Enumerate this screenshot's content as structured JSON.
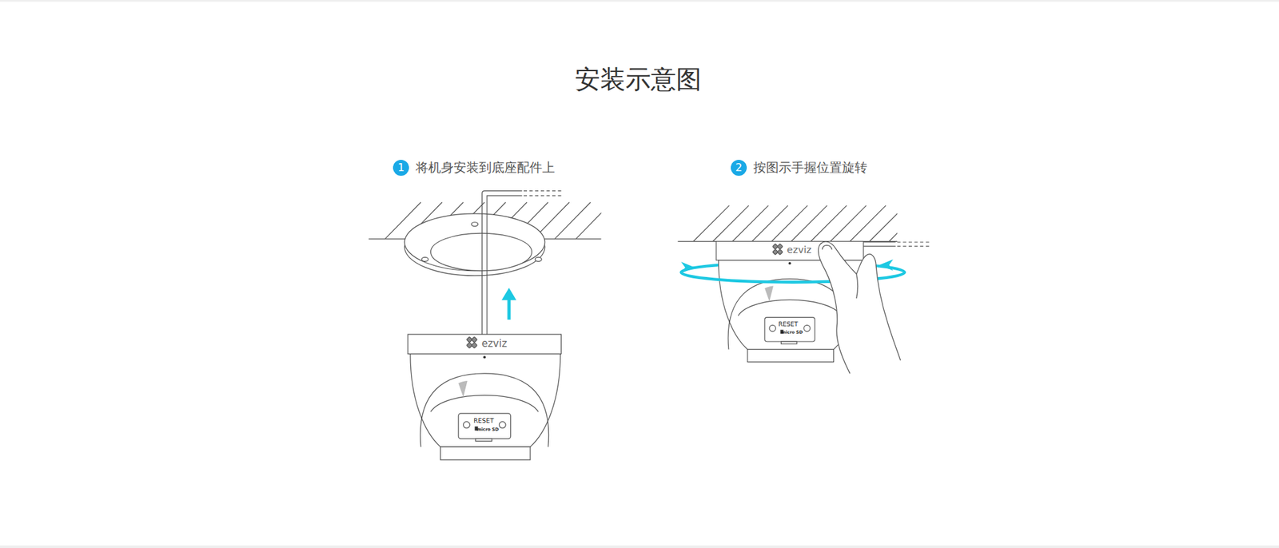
{
  "diagram": {
    "title": "安装示意图",
    "nodes": [
      {
        "text": [
          "1",
          "将机身安装到底座配件上"
        ]
      },
      {
        "text": [
          "2",
          "按图示手握位置旋转"
        ]
      }
    ],
    "labels": [
      "ezviz",
      "RESET",
      "micro SD",
      "ezviz",
      "RESET",
      "micro SD"
    ]
  }
}
